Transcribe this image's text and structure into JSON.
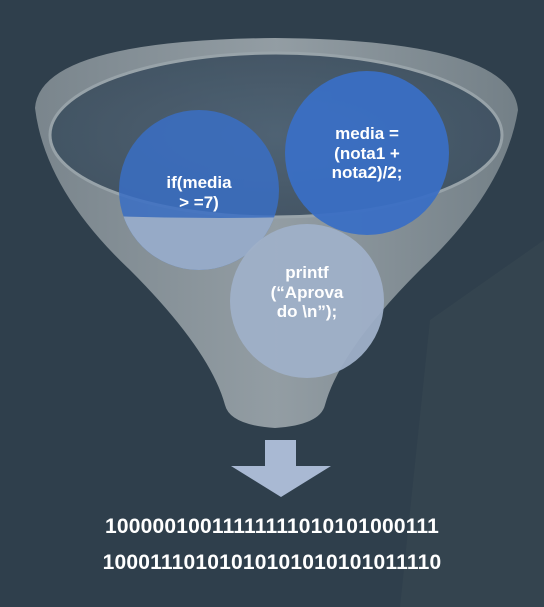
{
  "colors": {
    "background": "#2f3f4c",
    "funnel": "#8a949b",
    "blue_circle": "#3a6fc4",
    "light_circle": "#9fb0c8",
    "arrow": "#a9b9d3",
    "text": "#ffffff"
  },
  "funnel": {
    "circle_top_right": {
      "text": "media =\n(nota1 +\nnota2)/2;"
    },
    "circle_left": {
      "text": "if(media\n> =7)"
    },
    "circle_bottom": {
      "text": "printf\n(“Aprova\ndo \\n”);"
    }
  },
  "output": {
    "line1": "1000001001111111101010100011​1",
    "line2": "10001110101010101010101011110"
  }
}
